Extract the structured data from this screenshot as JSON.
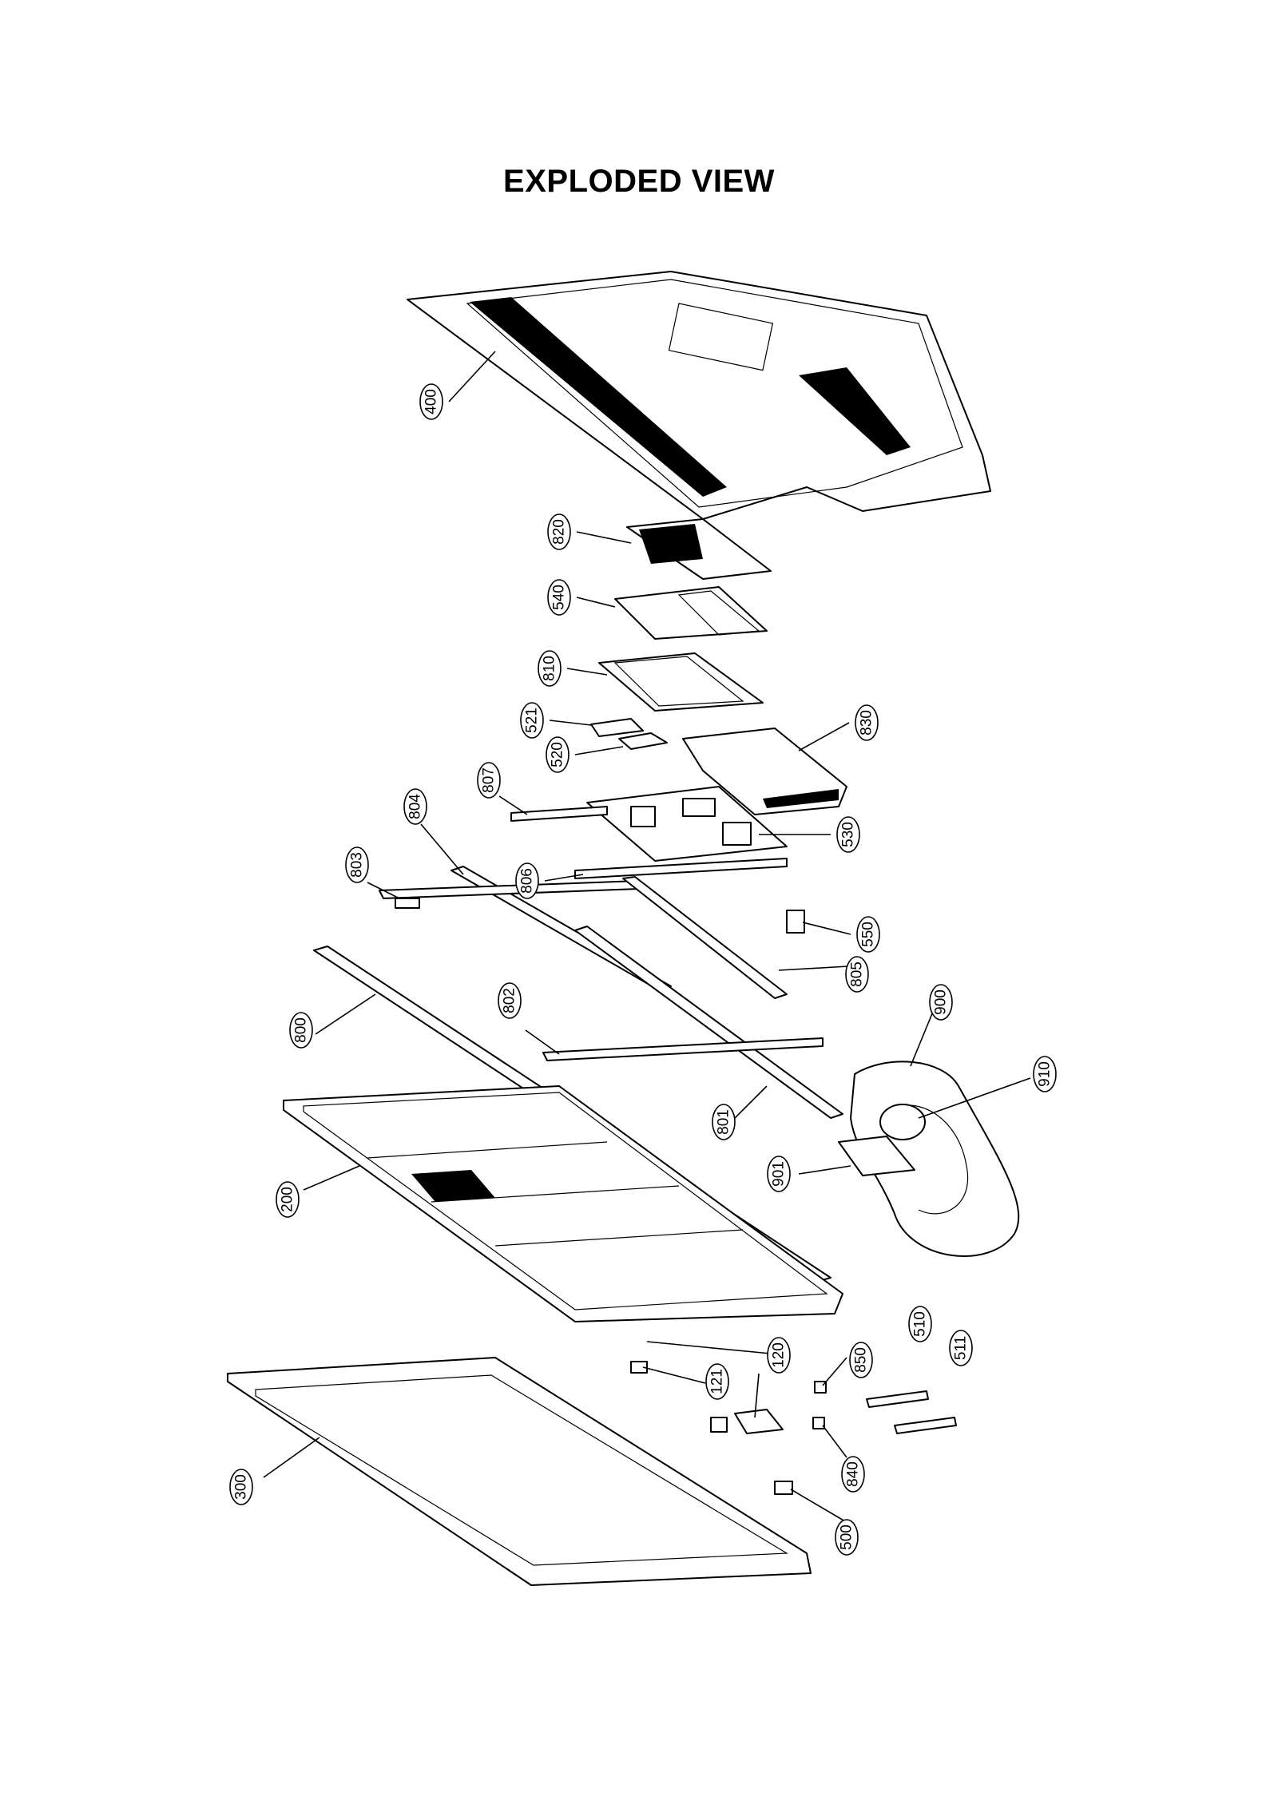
{
  "title": "EXPLODED VIEW",
  "parts": [
    {
      "id": "p400",
      "label": "400"
    },
    {
      "id": "p820",
      "label": "820"
    },
    {
      "id": "p540",
      "label": "540"
    },
    {
      "id": "p810",
      "label": "810"
    },
    {
      "id": "p521",
      "label": "521"
    },
    {
      "id": "p520",
      "label": "520"
    },
    {
      "id": "p830",
      "label": "830"
    },
    {
      "id": "p807",
      "label": "807"
    },
    {
      "id": "p804",
      "label": "804"
    },
    {
      "id": "p530",
      "label": "530"
    },
    {
      "id": "p803",
      "label": "803"
    },
    {
      "id": "p806",
      "label": "806"
    },
    {
      "id": "p550",
      "label": "550"
    },
    {
      "id": "p805",
      "label": "805"
    },
    {
      "id": "p900",
      "label": "900"
    },
    {
      "id": "p802",
      "label": "802"
    },
    {
      "id": "p800",
      "label": "800"
    },
    {
      "id": "p910",
      "label": "910"
    },
    {
      "id": "p801",
      "label": "801"
    },
    {
      "id": "p901",
      "label": "901"
    },
    {
      "id": "p200",
      "label": "200"
    },
    {
      "id": "p510",
      "label": "510"
    },
    {
      "id": "p120",
      "label": "120"
    },
    {
      "id": "p850",
      "label": "850"
    },
    {
      "id": "p511",
      "label": "511"
    },
    {
      "id": "p121",
      "label": "121"
    },
    {
      "id": "p840",
      "label": "840"
    },
    {
      "id": "p300",
      "label": "300"
    },
    {
      "id": "p500",
      "label": "500"
    }
  ]
}
